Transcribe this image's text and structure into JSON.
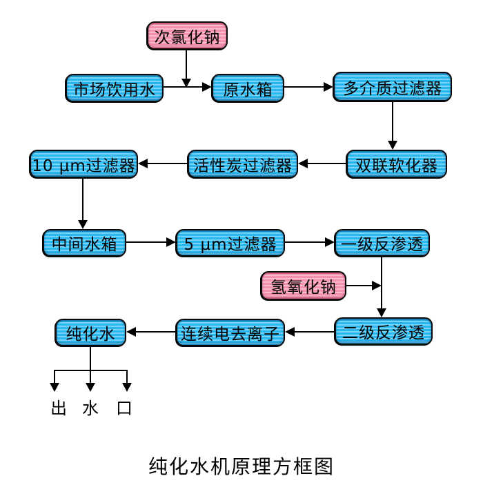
{
  "title": "纯化水机原理方框图",
  "colors": {
    "node_blue": "#29b7ef",
    "node_pink": "#f591ae",
    "line": "#000000",
    "background": "#ffffff"
  },
  "nodes": {
    "sodium_hypochlorite": "次氯化钠",
    "market_drinking_water": "市场饮用水",
    "raw_water_tank": "原水箱",
    "multi_media_filter": "多介质过滤器",
    "duplex_softener": "双联软化器",
    "activated_carbon_filter": "活性炭过滤器",
    "filter_10um": "10 μm过滤器",
    "intermediate_water_tank": "中间水箱",
    "filter_5um": "5 μm过滤器",
    "first_stage_ro": "一级反渗透",
    "sodium_hydroxide": "氢氧化钠",
    "second_stage_ro": "二级反渗透",
    "edi": "连续电去离子",
    "purified_water": "纯化水"
  },
  "outlet": {
    "chars": [
      "出",
      "水",
      "口"
    ]
  },
  "edges": [
    {
      "from": "sodium_hypochlorite",
      "to": "raw_water_tank_feed_line"
    },
    {
      "from": "market_drinking_water",
      "to": "raw_water_tank"
    },
    {
      "from": "raw_water_tank",
      "to": "multi_media_filter"
    },
    {
      "from": "multi_media_filter",
      "to": "duplex_softener"
    },
    {
      "from": "duplex_softener",
      "to": "activated_carbon_filter"
    },
    {
      "from": "activated_carbon_filter",
      "to": "filter_10um"
    },
    {
      "from": "filter_10um",
      "to": "intermediate_water_tank"
    },
    {
      "from": "intermediate_water_tank",
      "to": "filter_5um"
    },
    {
      "from": "filter_5um",
      "to": "first_stage_ro"
    },
    {
      "from": "first_stage_ro",
      "to": "second_stage_ro"
    },
    {
      "from": "sodium_hydroxide",
      "to": "first_to_second_ro_line"
    },
    {
      "from": "second_stage_ro",
      "to": "edi"
    },
    {
      "from": "edi",
      "to": "purified_water"
    },
    {
      "from": "purified_water",
      "to": "water_outlets"
    }
  ]
}
